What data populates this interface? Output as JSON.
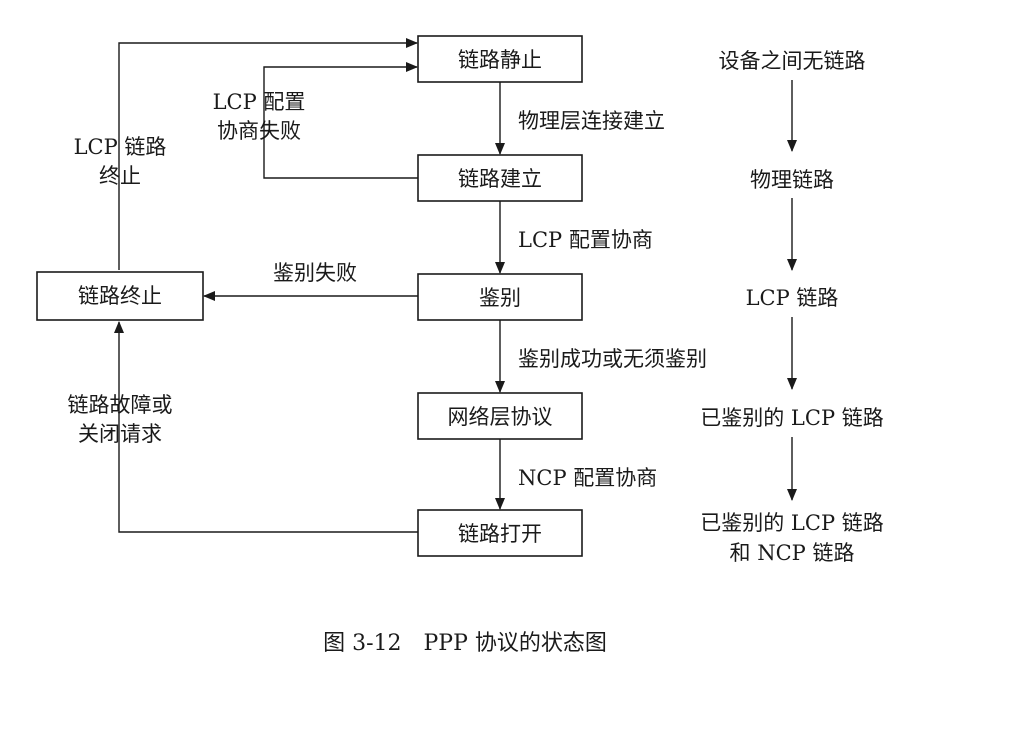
{
  "states": {
    "dead": "链路静止",
    "establish": "链路建立",
    "authenticate": "鉴别",
    "network": "网络层协议",
    "open": "链路打开",
    "terminate": "链路终止"
  },
  "transitions": {
    "physical_up": "物理层连接建立",
    "lcp_negotiation": "LCP 配置协商",
    "auth_success": "鉴别成功或无须鉴别",
    "ncp_negotiation": "NCP 配置协商",
    "auth_failed": "鉴别失败",
    "lcp_fail_line1": "LCP 配置",
    "lcp_fail_line2": "协商失败",
    "lcp_term_line1": "LCP 链路",
    "lcp_term_line2": "终止",
    "fault_line1": "链路故障或",
    "fault_line2": "关闭请求"
  },
  "link_states": {
    "s1": "设备之间无链路",
    "s2": "物理链路",
    "s3": "LCP 链路",
    "s4": "已鉴别的 LCP 链路",
    "s5_line1": "已鉴别的 LCP 链路",
    "s5_line2": "和 NCP 链路"
  },
  "caption": "图 3-12　PPP 协议的状态图"
}
